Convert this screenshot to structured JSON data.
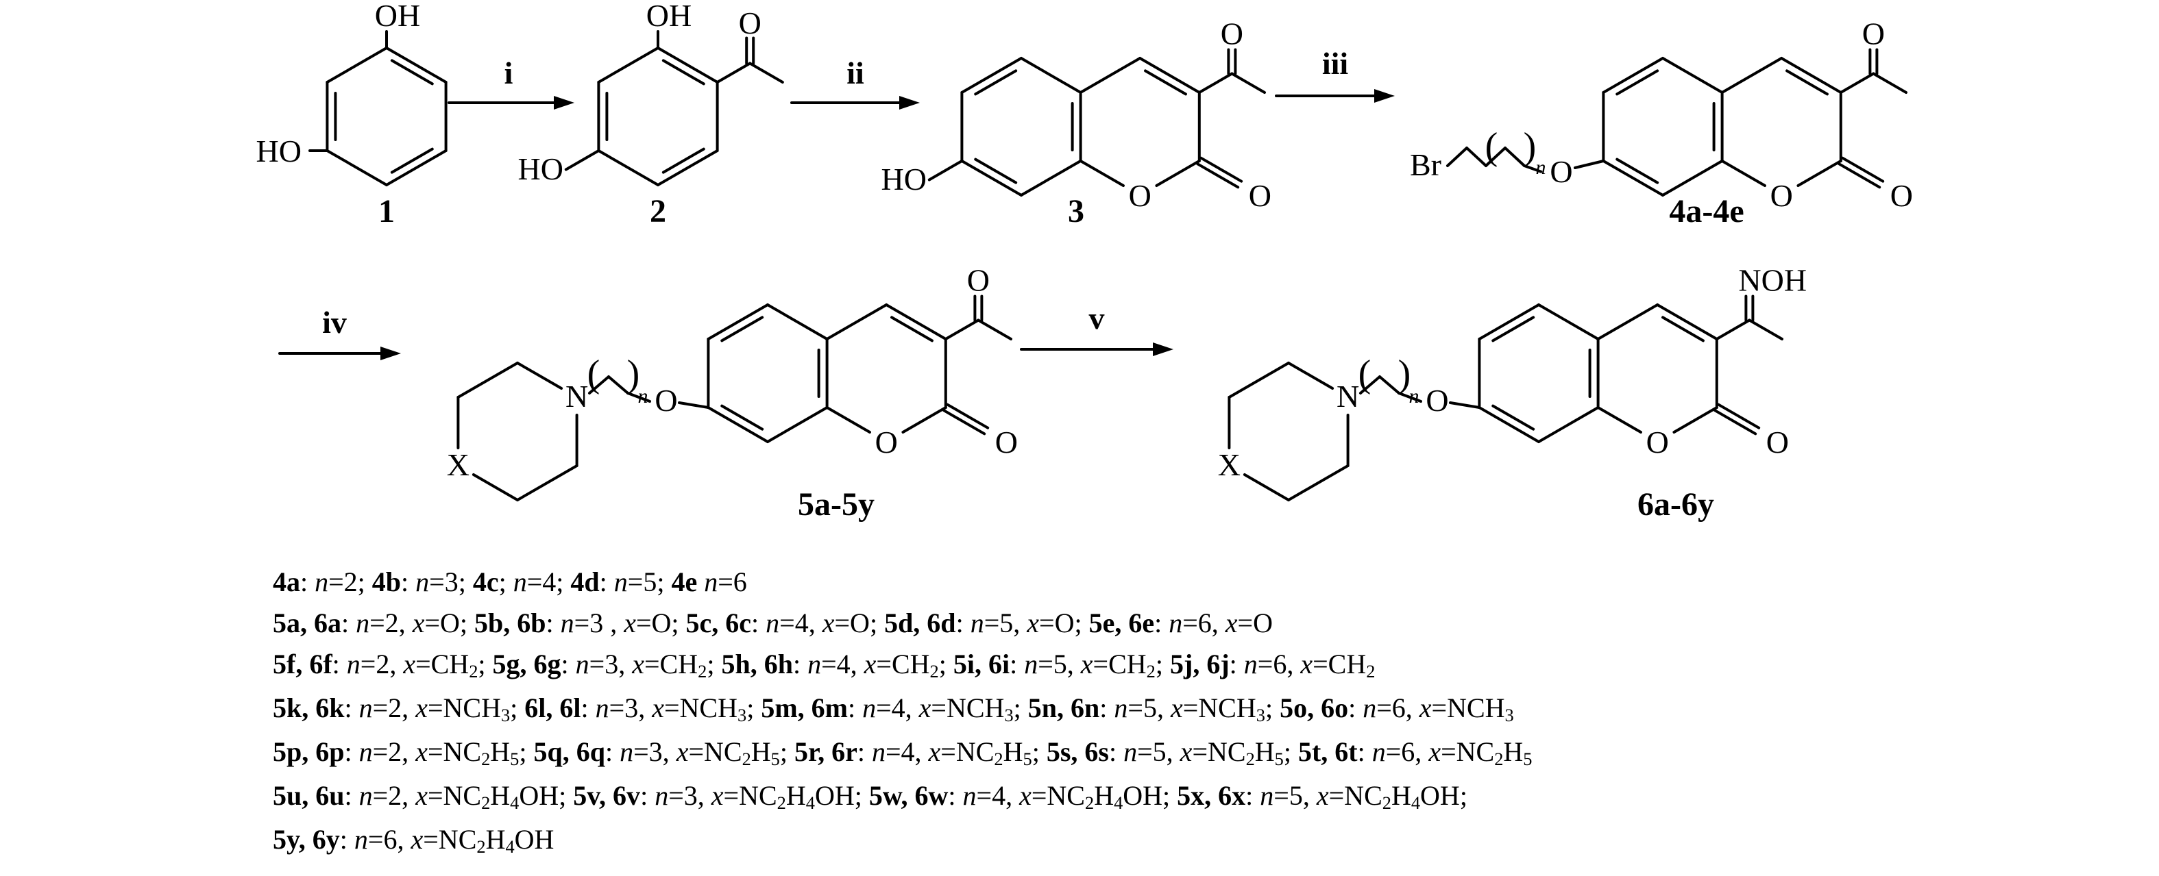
{
  "scheme": {
    "arrows": {
      "i": "i",
      "ii": "ii",
      "iii": "iii",
      "iv": "iv",
      "v": "v"
    },
    "compound_labels": {
      "c1": "1",
      "c2": "2",
      "c3": "3",
      "c4": "4a-4e",
      "c5": "5a-5y",
      "c6": "6a-6y"
    },
    "atoms": {
      "OH": "OH",
      "HO": "HO",
      "O": "O",
      "Br": "Br",
      "N": "N",
      "X": "X",
      "NOH": "NOH",
      "n": "n",
      "paren_open": "(",
      "paren_close": ")"
    }
  },
  "legend": {
    "lines": [
      [
        [
          "4a",
          "b"
        ],
        [
          ": ",
          ""
        ],
        [
          "n",
          "i"
        ],
        [
          "=2; ",
          ""
        ],
        [
          "4b",
          "b"
        ],
        [
          ": ",
          ""
        ],
        [
          "n",
          "i"
        ],
        [
          "=3; ",
          ""
        ],
        [
          "4c",
          "b"
        ],
        [
          "; ",
          ""
        ],
        [
          "n",
          "i"
        ],
        [
          "=4; ",
          ""
        ],
        [
          "4d",
          "b"
        ],
        [
          ": ",
          ""
        ],
        [
          "n",
          "i"
        ],
        [
          "=5; ",
          ""
        ],
        [
          "4e",
          "b"
        ],
        [
          " ",
          ""
        ],
        [
          "n",
          "i"
        ],
        [
          "=6",
          ""
        ]
      ],
      [
        [
          "5a, 6a",
          "b"
        ],
        [
          ": ",
          ""
        ],
        [
          "n",
          "i"
        ],
        [
          "=2, ",
          ""
        ],
        [
          "x",
          "i"
        ],
        [
          "=O; ",
          ""
        ],
        [
          "5b, 6b",
          "b"
        ],
        [
          ": ",
          ""
        ],
        [
          "n",
          "i"
        ],
        [
          "=3 , ",
          ""
        ],
        [
          "x",
          "i"
        ],
        [
          "=O; ",
          ""
        ],
        [
          "5c, 6c",
          "b"
        ],
        [
          ": ",
          ""
        ],
        [
          "n",
          "i"
        ],
        [
          "=4, ",
          ""
        ],
        [
          "x",
          "i"
        ],
        [
          "=O; ",
          ""
        ],
        [
          "5d, 6d",
          "b"
        ],
        [
          ": ",
          ""
        ],
        [
          "n",
          "i"
        ],
        [
          "=5, ",
          ""
        ],
        [
          "x",
          "i"
        ],
        [
          "=O; ",
          ""
        ],
        [
          "5e, 6e",
          "b"
        ],
        [
          ": ",
          ""
        ],
        [
          "n",
          "i"
        ],
        [
          "=6, ",
          ""
        ],
        [
          "x",
          "i"
        ],
        [
          "=O",
          ""
        ]
      ],
      [
        [
          "5f, 6f",
          "b"
        ],
        [
          ": ",
          ""
        ],
        [
          "n",
          "i"
        ],
        [
          "=2, ",
          ""
        ],
        [
          "x",
          "i"
        ],
        [
          "=CH",
          ""
        ],
        [
          "2",
          "s"
        ],
        [
          "; ",
          ""
        ],
        [
          "5g, 6g",
          "b"
        ],
        [
          ": ",
          ""
        ],
        [
          "n",
          "i"
        ],
        [
          "=3, ",
          ""
        ],
        [
          "x",
          "i"
        ],
        [
          "=CH",
          ""
        ],
        [
          "2",
          "s"
        ],
        [
          "; ",
          ""
        ],
        [
          "5h, 6h",
          "b"
        ],
        [
          ": ",
          ""
        ],
        [
          "n",
          "i"
        ],
        [
          "=4, ",
          ""
        ],
        [
          "x",
          "i"
        ],
        [
          "=CH",
          ""
        ],
        [
          "2",
          "s"
        ],
        [
          "; ",
          ""
        ],
        [
          "5i, 6i",
          "b"
        ],
        [
          ": ",
          ""
        ],
        [
          "n",
          "i"
        ],
        [
          "=5, ",
          ""
        ],
        [
          "x",
          "i"
        ],
        [
          "=CH",
          ""
        ],
        [
          "2",
          "s"
        ],
        [
          "; ",
          ""
        ],
        [
          "5j, 6j",
          "b"
        ],
        [
          ": ",
          ""
        ],
        [
          "n",
          "i"
        ],
        [
          "=6, ",
          ""
        ],
        [
          "x",
          "i"
        ],
        [
          "=CH",
          ""
        ],
        [
          "2",
          "s"
        ]
      ],
      [
        [
          "5k, 6k",
          "b"
        ],
        [
          ": ",
          ""
        ],
        [
          "n",
          "i"
        ],
        [
          "=2, ",
          ""
        ],
        [
          "x",
          "i"
        ],
        [
          "=NCH",
          ""
        ],
        [
          "3",
          "s"
        ],
        [
          "; ",
          ""
        ],
        [
          "6l, 6l",
          "b"
        ],
        [
          ": ",
          ""
        ],
        [
          "n",
          "i"
        ],
        [
          "=3, ",
          ""
        ],
        [
          "x",
          "i"
        ],
        [
          "=NCH",
          ""
        ],
        [
          "3",
          "s"
        ],
        [
          "; ",
          ""
        ],
        [
          "5m, 6m",
          "b"
        ],
        [
          ": ",
          ""
        ],
        [
          "n",
          "i"
        ],
        [
          "=4, ",
          ""
        ],
        [
          "x",
          "i"
        ],
        [
          "=NCH",
          ""
        ],
        [
          "3",
          "s"
        ],
        [
          "; ",
          ""
        ],
        [
          "5n, 6n",
          "b"
        ],
        [
          ": ",
          ""
        ],
        [
          "n",
          "i"
        ],
        [
          "=5, ",
          ""
        ],
        [
          "x",
          "i"
        ],
        [
          "=NCH",
          ""
        ],
        [
          "3",
          "s"
        ],
        [
          "; ",
          ""
        ],
        [
          "5o, 6o",
          "b"
        ],
        [
          ": ",
          ""
        ],
        [
          "n",
          "i"
        ],
        [
          "=6, ",
          ""
        ],
        [
          "x",
          "i"
        ],
        [
          "=NCH",
          ""
        ],
        [
          "3",
          "s"
        ]
      ],
      [
        [
          "5p, 6p",
          "b"
        ],
        [
          ": ",
          ""
        ],
        [
          "n",
          "i"
        ],
        [
          "=2, ",
          ""
        ],
        [
          "x",
          "i"
        ],
        [
          "=NC",
          ""
        ],
        [
          "2",
          "s"
        ],
        [
          "H",
          ""
        ],
        [
          "5",
          "s"
        ],
        [
          "; ",
          ""
        ],
        [
          "5q, 6q",
          "b"
        ],
        [
          ": ",
          ""
        ],
        [
          "n",
          "i"
        ],
        [
          "=3, ",
          ""
        ],
        [
          "x",
          "i"
        ],
        [
          "=NC",
          ""
        ],
        [
          "2",
          "s"
        ],
        [
          "H",
          ""
        ],
        [
          "5",
          "s"
        ],
        [
          "; ",
          ""
        ],
        [
          "5r, 6r",
          "b"
        ],
        [
          ": ",
          ""
        ],
        [
          "n",
          "i"
        ],
        [
          "=4, ",
          ""
        ],
        [
          "x",
          "i"
        ],
        [
          "=NC",
          ""
        ],
        [
          "2",
          "s"
        ],
        [
          "H",
          ""
        ],
        [
          "5",
          "s"
        ],
        [
          "; ",
          ""
        ],
        [
          "5s, 6s",
          "b"
        ],
        [
          ": ",
          ""
        ],
        [
          "n",
          "i"
        ],
        [
          "=5, ",
          ""
        ],
        [
          "x",
          "i"
        ],
        [
          "=NC",
          ""
        ],
        [
          "2",
          "s"
        ],
        [
          "H",
          ""
        ],
        [
          "5",
          "s"
        ],
        [
          "; ",
          ""
        ],
        [
          "5t, 6t",
          "b"
        ],
        [
          ": ",
          ""
        ],
        [
          "n",
          "i"
        ],
        [
          "=6, ",
          ""
        ],
        [
          "x",
          "i"
        ],
        [
          "=NC",
          ""
        ],
        [
          "2",
          "s"
        ],
        [
          "H",
          ""
        ],
        [
          "5",
          "s"
        ]
      ],
      [
        [
          "5u, 6u",
          "b"
        ],
        [
          ": ",
          ""
        ],
        [
          "n",
          "i"
        ],
        [
          "=2, ",
          ""
        ],
        [
          "x",
          "i"
        ],
        [
          "=NC",
          ""
        ],
        [
          "2",
          "s"
        ],
        [
          "H",
          ""
        ],
        [
          "4",
          "s"
        ],
        [
          "OH; ",
          ""
        ],
        [
          "5v, 6v",
          "b"
        ],
        [
          ": ",
          ""
        ],
        [
          "n",
          "i"
        ],
        [
          "=3, ",
          ""
        ],
        [
          "x",
          "i"
        ],
        [
          "=NC",
          ""
        ],
        [
          "2",
          "s"
        ],
        [
          "H",
          ""
        ],
        [
          "4",
          "s"
        ],
        [
          "OH; ",
          ""
        ],
        [
          "5w, 6w",
          "b"
        ],
        [
          ": ",
          ""
        ],
        [
          "n",
          "i"
        ],
        [
          "=4, ",
          ""
        ],
        [
          "x",
          "i"
        ],
        [
          "=NC",
          ""
        ],
        [
          "2",
          "s"
        ],
        [
          "H",
          ""
        ],
        [
          "4",
          "s"
        ],
        [
          "OH; ",
          ""
        ],
        [
          "5x, 6x",
          "b"
        ],
        [
          ": ",
          ""
        ],
        [
          "n",
          "i"
        ],
        [
          "=5, ",
          ""
        ],
        [
          "x",
          "i"
        ],
        [
          "=NC",
          ""
        ],
        [
          "2",
          "s"
        ],
        [
          "H",
          ""
        ],
        [
          "4",
          "s"
        ],
        [
          "OH;",
          ""
        ]
      ],
      [
        [
          "5y, 6y",
          "b"
        ],
        [
          ": ",
          ""
        ],
        [
          "n",
          "i"
        ],
        [
          "=6, ",
          ""
        ],
        [
          "x",
          "i"
        ],
        [
          "=NC",
          ""
        ],
        [
          "2",
          "s"
        ],
        [
          "H",
          ""
        ],
        [
          "4",
          "s"
        ],
        [
          "OH",
          ""
        ]
      ]
    ]
  }
}
